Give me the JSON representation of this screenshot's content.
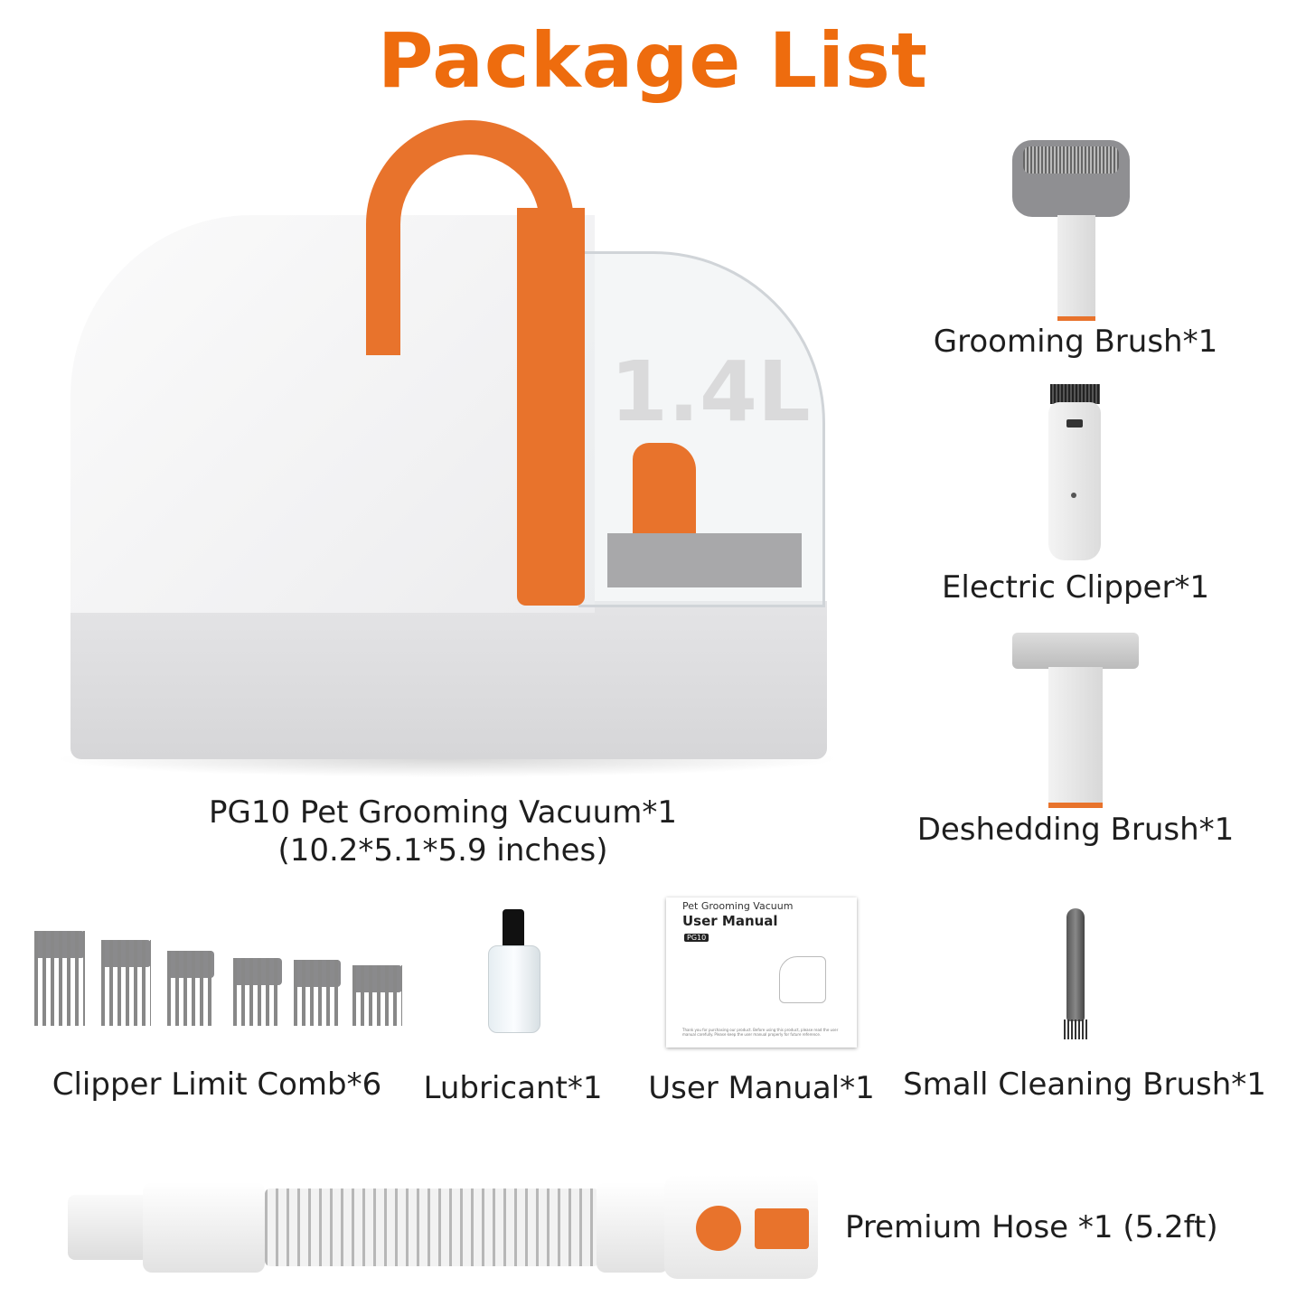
{
  "title": "Package List",
  "accent_color": "#EE6C0E",
  "main_product": {
    "name": "PG10 Pet Grooming Vacuum*1",
    "dimensions": "(10.2*5.1*5.9 inches)",
    "capacity_mark": "1.4L"
  },
  "accessories": [
    {
      "label": "Grooming Brush*1",
      "icon": "grooming-brush"
    },
    {
      "label": "Electric Clipper*1",
      "icon": "electric-clipper"
    },
    {
      "label": "Deshedding Brush*1",
      "icon": "deshedding-brush"
    },
    {
      "label": "Clipper Limit Comb*6",
      "icon": "limit-comb"
    },
    {
      "label": "Lubricant*1",
      "icon": "lubricant-bottle"
    },
    {
      "label": "User Manual*1",
      "icon": "user-manual"
    },
    {
      "label": "Small Cleaning Brush*1",
      "icon": "cleaning-brush"
    },
    {
      "label": "Premium Hose *1 (5.2ft)",
      "icon": "hose"
    }
  ],
  "manual_cover": {
    "subtitle": "Pet Grooming Vacuum",
    "title": "User Manual",
    "model": "PG10",
    "fine_print": "Thank you for purchasing our product. Before using this product, please read the user manual carefully. Please keep the user manual properly for future reference."
  }
}
